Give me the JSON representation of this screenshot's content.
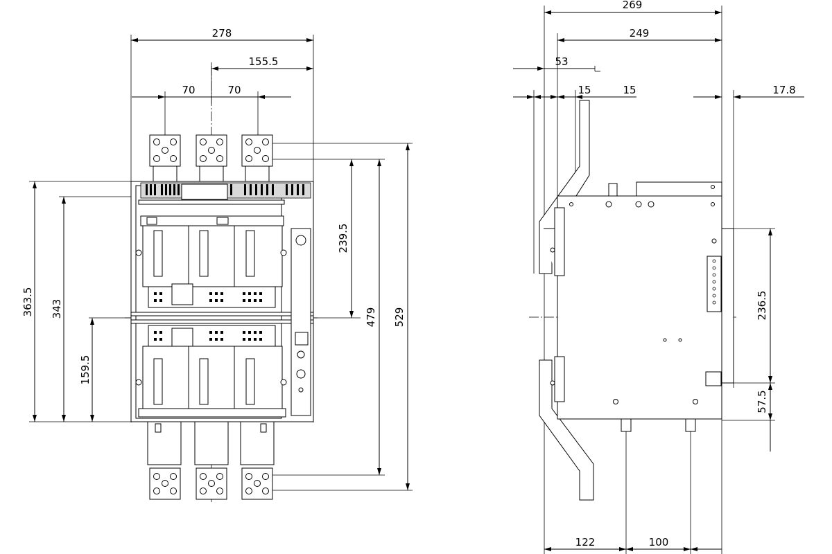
{
  "front_view": {
    "dims": {
      "overall_width": "278",
      "offset_right": "155.5",
      "pole_pitch_left": "70",
      "pole_pitch_right": "70",
      "height_363": "363.5",
      "height_343": "343",
      "height_159": "159.5",
      "height_239": "239.5",
      "height_479": "479",
      "height_529": "529"
    }
  },
  "side_view": {
    "dims": {
      "overall_depth": "269",
      "depth_249": "249",
      "dim_53": "53",
      "dim_15_left": "15",
      "dim_15_right": "15",
      "dim_17": "17.8",
      "height_236": "236.5",
      "height_57": "57.5",
      "bottom_122": "122",
      "bottom_100": "100"
    }
  }
}
